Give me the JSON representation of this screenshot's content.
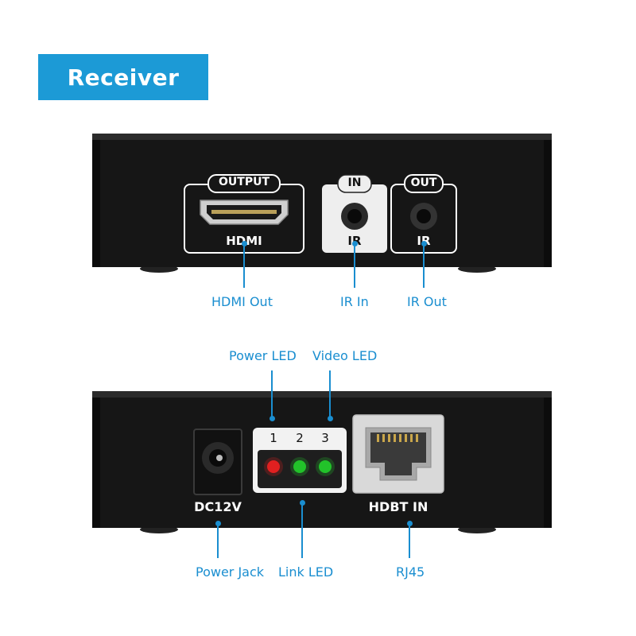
{
  "title": "Receiver",
  "top_panel": {
    "output_tag": "OUTPUT",
    "hdmi_label": "HDMI",
    "ir_in_tag": "IN",
    "ir_in_label": "IR",
    "ir_out_tag": "OUT",
    "ir_out_label": "IR"
  },
  "bottom_panel": {
    "dc_label": "DC12V",
    "led_numbers": [
      "1",
      "2",
      "3"
    ],
    "hdbt_label": "HDBT IN"
  },
  "callouts": {
    "hdmi_out": "HDMI Out",
    "ir_in": "IR In",
    "ir_out": "IR Out",
    "power_led": "Power LED",
    "video_led": "Video LED",
    "power_jack": "Power Jack",
    "link_led": "Link LED",
    "rj45": "RJ45"
  },
  "colors": {
    "accent": "#1c9ad6",
    "device_body": "#141414",
    "led_red": "#e02020",
    "led_green": "#22c22a"
  }
}
